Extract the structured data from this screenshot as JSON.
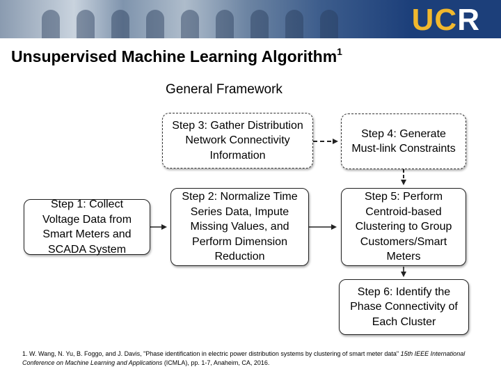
{
  "header": {
    "logo_text_uc": "UC",
    "logo_text_r": "R"
  },
  "title": {
    "main": "Unsupervised Machine Learning Algorithm",
    "superscript": "1"
  },
  "subtitle": "General Framework",
  "steps": {
    "step1": "Step 1: Collect Voltage Data from Smart Meters and SCADA System",
    "step2": "Step 2: Normalize Time Series Data, Impute Missing Values, and Perform Dimension Reduction",
    "step3": "Step 3: Gather Distribution Network Connectivity Information",
    "step4": "Step 4: Generate Must-link Constraints",
    "step5": "Step 5: Perform Centroid-based Clustering to Group Customers/Smart Meters",
    "step6": "Step 6: Identify the Phase Connectivity of Each Cluster"
  },
  "footnote": {
    "part1": "1. W. Wang, N. Yu, B. Foggo, and J. Davis, \"Phase identification in electric power distribution systems by clustering of smart meter data\" ",
    "part2_italic": "15th IEEE International Conference on Machine Learning and Applications",
    "part3": " (ICMLA), pp. 1-7, Anaheim, CA, 2016."
  }
}
